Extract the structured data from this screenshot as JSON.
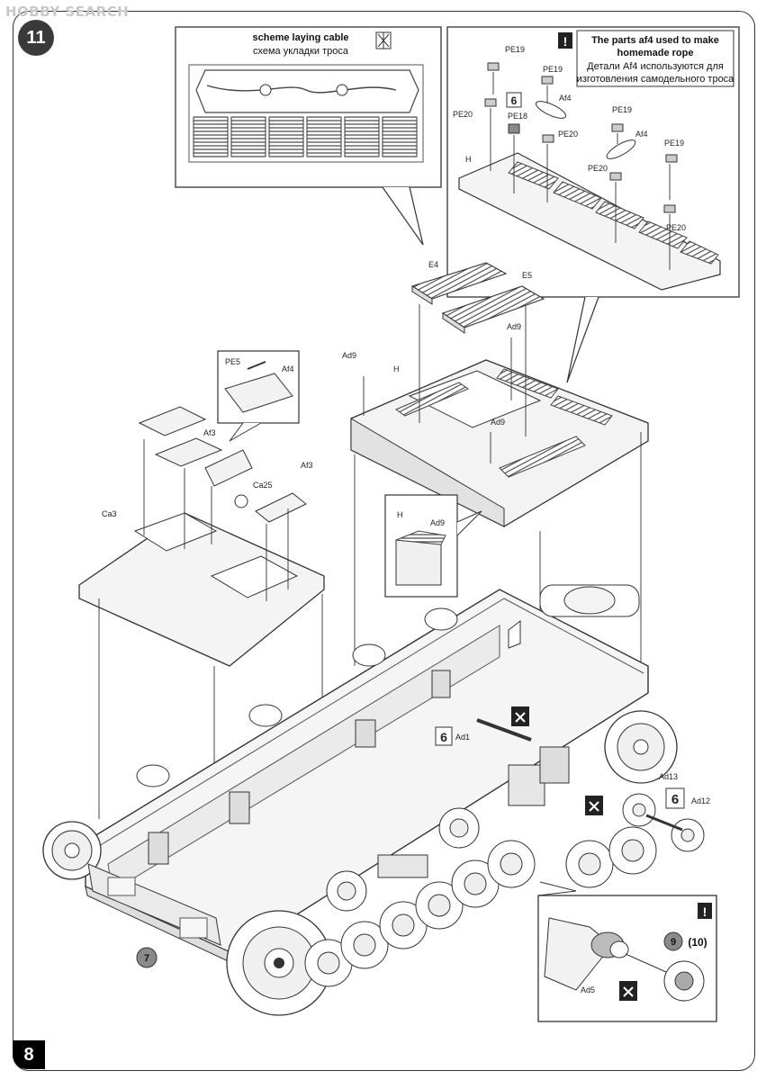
{
  "watermark": "HOBBY SEARCH",
  "step_number": "11",
  "page_number": "8",
  "cable_inset": {
    "title": "scheme laying cable",
    "title_ru": "схема укладки троса"
  },
  "rope_note": {
    "line1": "The parts af4 used to make",
    "line2": "homemade rope",
    "line3_ru": "Детали Af4 используются для",
    "line4_ru": "изготовления самодельного троса"
  },
  "rope_inset_labels": {
    "pe19_a": "PE19",
    "pe19_b": "PE19",
    "pe19_c": "PE19",
    "pe19_d": "PE19",
    "pe20_a": "PE20",
    "pe20_b": "PE20",
    "pe20_c": "PE20",
    "pe20_d": "PE20",
    "pe18": "PE18",
    "af4_a": "Af4",
    "af4_b": "Af4",
    "h": "H",
    "qty": "6"
  },
  "deck_labels": {
    "e4": "E4",
    "e5": "E5",
    "ad9_a": "Ad9",
    "ad9_b": "Ad9",
    "ad9_c": "Ad9",
    "h": "H"
  },
  "hatch_labels": {
    "pe5": "PE5",
    "af4": "Af4",
    "af3_a": "Af3",
    "af3_b": "Af3",
    "ca25": "Ca25",
    "ca3": "Ca3"
  },
  "small_inset_labels": {
    "h": "H",
    "ad9": "Ad9"
  },
  "hull_labels": {
    "ad1_qty": "6",
    "ad1": "Ad1",
    "ad13": "Ad13",
    "ad12_qty": "6",
    "ad12": "Ad12",
    "ref7": "7"
  },
  "wheel_inset": {
    "ref9": "9",
    "ref10": "(10)",
    "ad5": "Ad5"
  }
}
